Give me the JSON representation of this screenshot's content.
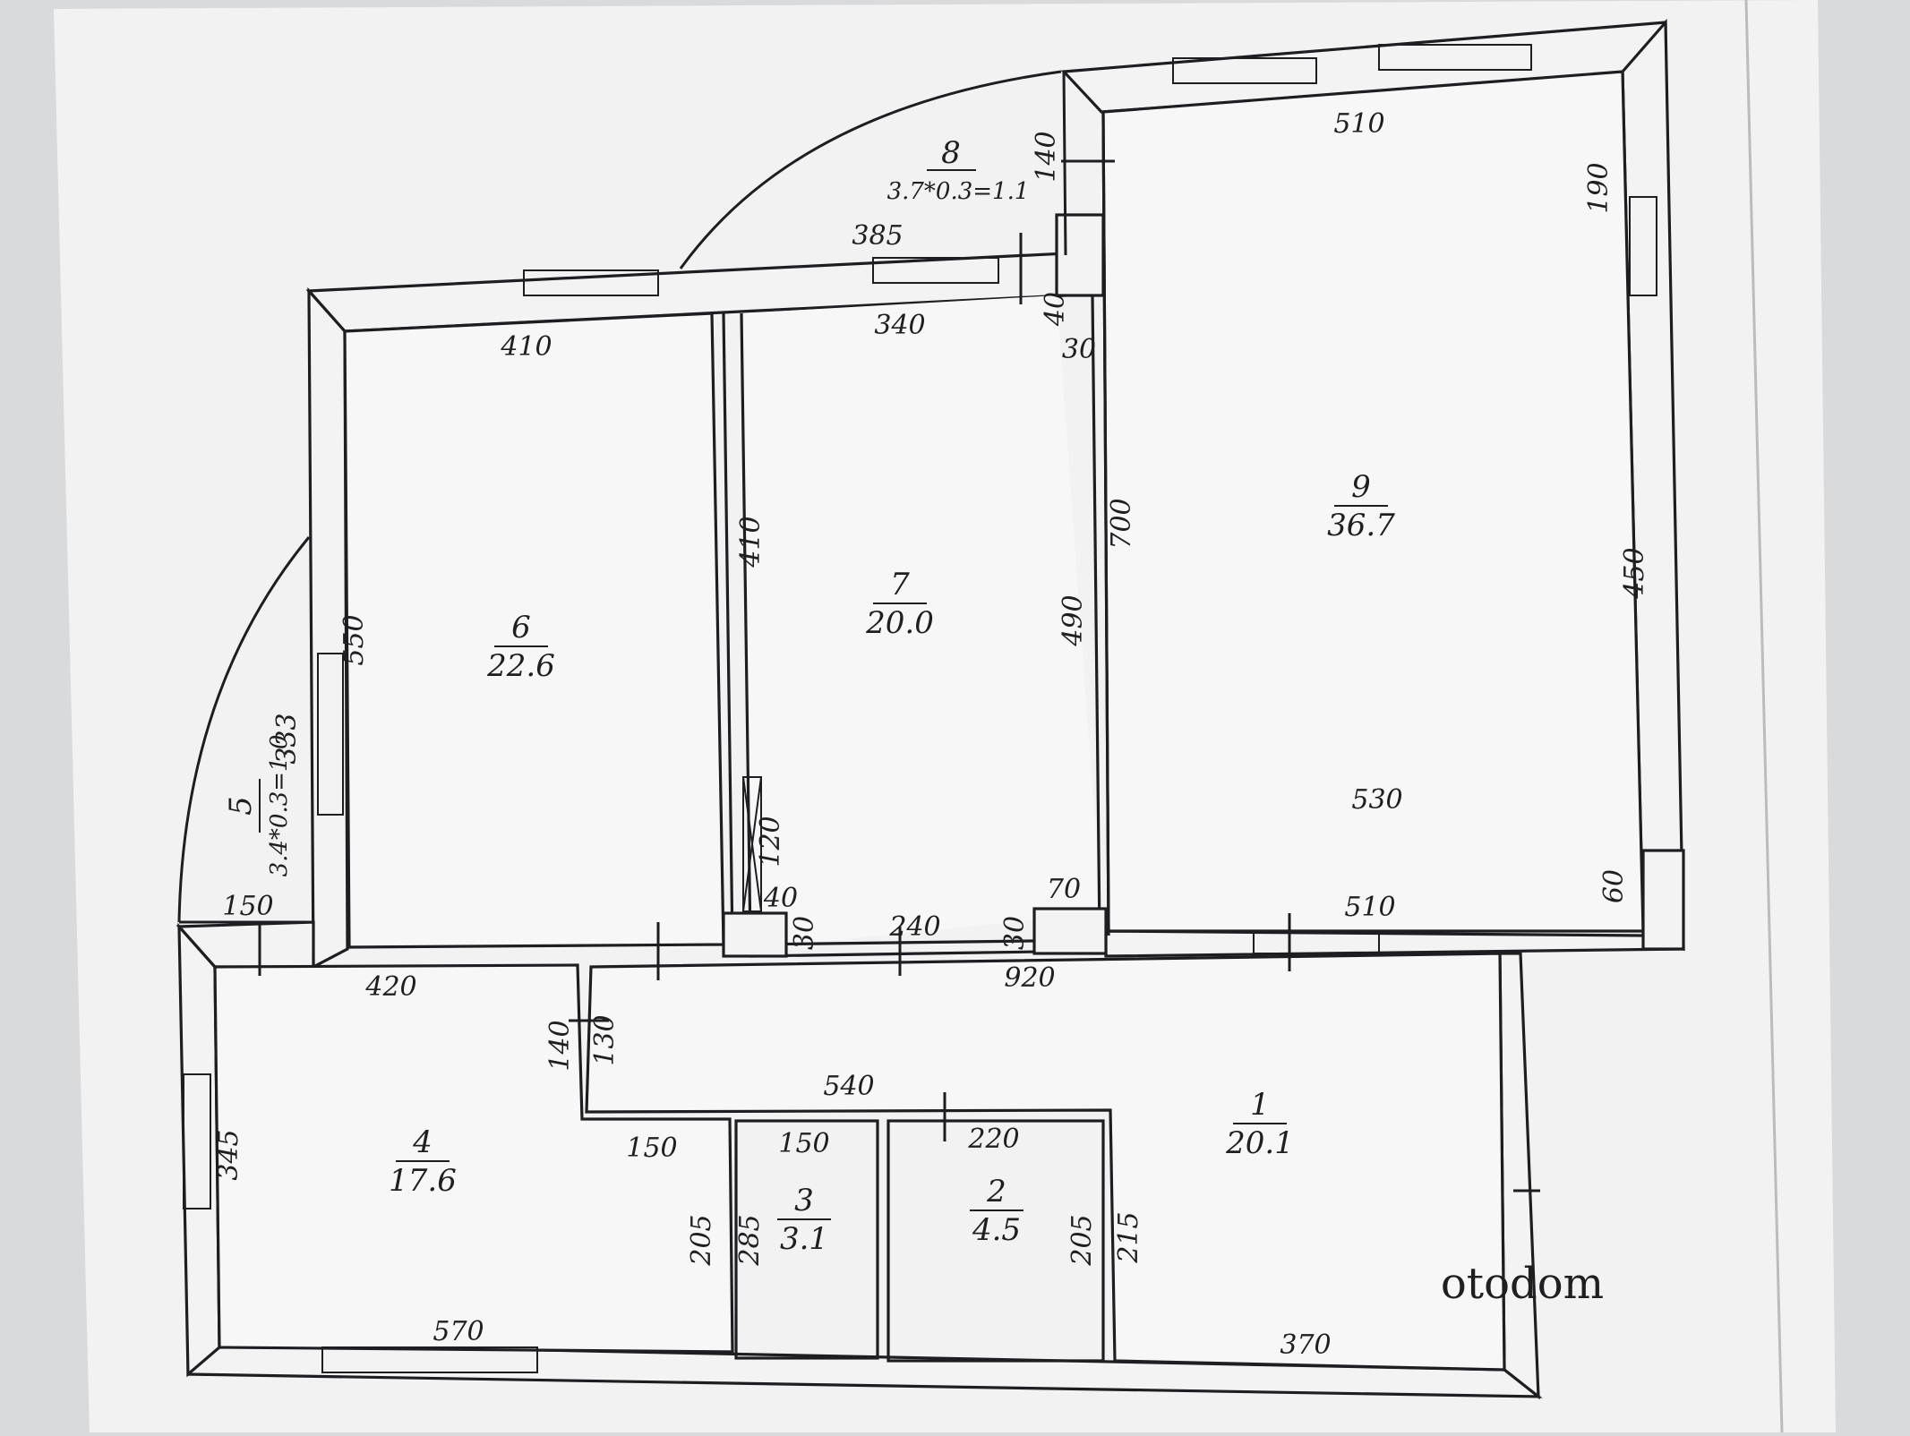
{
  "plan": {
    "rooms": [
      {
        "number": "1",
        "area": "20.1"
      },
      {
        "number": "2",
        "area": "4.5"
      },
      {
        "number": "3",
        "area": "3.1"
      },
      {
        "number": "4",
        "area": "17.6"
      },
      {
        "number": "5",
        "area": "3.4*0.3=1.0"
      },
      {
        "number": "6",
        "area": "22.6"
      },
      {
        "number": "7",
        "area": "20.0"
      },
      {
        "number": "8",
        "area": "3.7*0.3=1.1"
      },
      {
        "number": "9",
        "area": "36.7"
      }
    ],
    "dimensions": {
      "r6_top": "410",
      "r6_left": "550",
      "r7_top": "340",
      "r7_left": "410",
      "r7_right": "490",
      "closet_h": "120",
      "closet_w": "40",
      "wall_30a": "30",
      "wall_30b": "30",
      "door_240": "240",
      "wall_30c": "30",
      "wall_70": "70",
      "r9_top": "510",
      "r9_right_top": "190",
      "r9_right": "450",
      "r9_left": "700",
      "r9_inner": "530",
      "r9_bottom": "510",
      "r9_60": "60",
      "b8_385": "385",
      "b8_140": "140",
      "b8_40": "40",
      "b5_333": "333",
      "b5_150": "150",
      "r4_top": "420",
      "r4_140": "140",
      "r4_130": "130",
      "r4_left": "345",
      "r4_150": "150",
      "r4_bottom": "570",
      "r4_205": "205",
      "r3_top": "150",
      "r3_left": "285",
      "hall_540": "540",
      "hall_920": "920",
      "r2_top": "220",
      "r2_right": "205",
      "r1_215": "215",
      "r1_bottom": "370"
    },
    "watermark": "otodom",
    "colors": {
      "paper": "#f3f3f4",
      "ink": "#1e1e22"
    }
  }
}
